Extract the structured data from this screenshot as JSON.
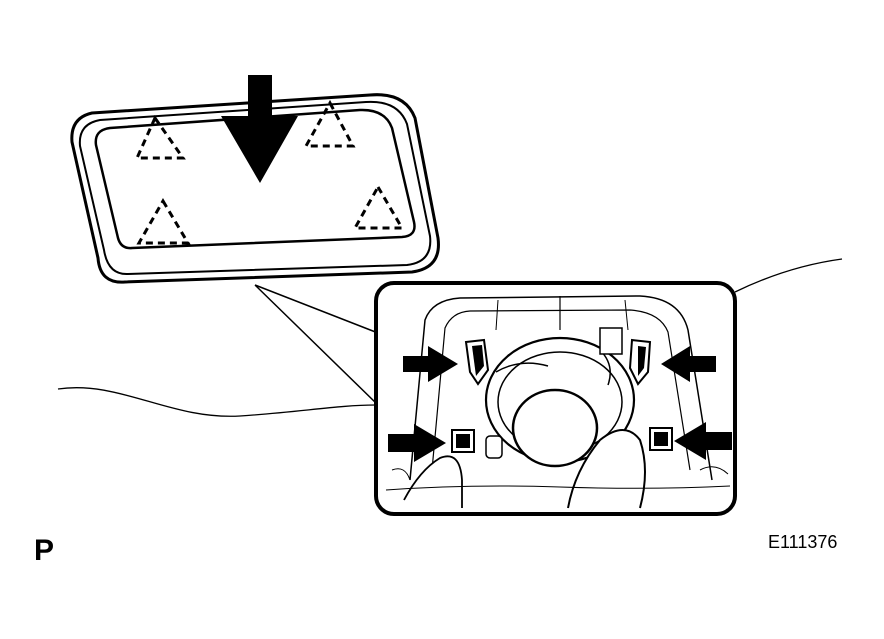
{
  "figure": {
    "view_label": "P",
    "figure_code": "E111376"
  },
  "colors": {
    "ink": "#000000",
    "paper": "#ffffff"
  },
  "icons": {
    "clip_markers": "dashed-triangle",
    "push_direction": "down-arrow",
    "release_pointers": "arrow"
  }
}
